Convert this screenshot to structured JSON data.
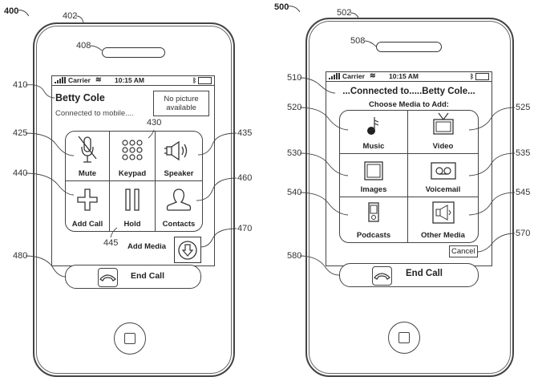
{
  "figure_left": {
    "figure_ref": "400",
    "refs": {
      "phone": "402",
      "speaker": "408",
      "caller_name": "410",
      "mute": "425",
      "keypad": "430",
      "speaker_button": "435",
      "add_call": "440",
      "hold_divider": "445",
      "contacts": "460",
      "add_media": "470",
      "end_call": "480"
    },
    "status_bar": {
      "carrier": "Carrier",
      "time": "10:15 AM"
    },
    "caller_name": "Betty Cole",
    "connection_status": "Connected to mobile....",
    "picture_placeholder": "No picture available",
    "buttons": [
      {
        "label": "Mute",
        "icon": "microphone-muted-icon"
      },
      {
        "label": "Keypad",
        "icon": "keypad-icon"
      },
      {
        "label": "Speaker",
        "icon": "speaker-icon"
      },
      {
        "label": "Add Call",
        "icon": "plus-icon"
      },
      {
        "label": "Hold",
        "icon": "pause-icon"
      },
      {
        "label": "Contacts",
        "icon": "person-icon"
      }
    ],
    "add_media_label": "Add Media",
    "add_media_icon": "arrow-down-circle-icon",
    "end_call_label": "End Call",
    "end_call_icon": "phone-handset-icon"
  },
  "figure_right": {
    "figure_ref": "500",
    "refs": {
      "phone": "502",
      "speaker": "508",
      "connected_header": "510",
      "music": "520",
      "video": "525",
      "images": "530",
      "voicemail": "535",
      "podcasts": "540",
      "other_media": "545",
      "cancel": "570",
      "end_call": "580"
    },
    "status_bar": {
      "carrier": "Carrier",
      "time": "10:15 AM"
    },
    "connected_header": "...Connected to.....Betty Cole...",
    "choose_prompt": "Choose Media to Add:",
    "buttons": [
      {
        "label": "Music",
        "icon": "music-note-icon"
      },
      {
        "label": "Video",
        "icon": "tv-icon"
      },
      {
        "label": "Images",
        "icon": "picture-frame-icon"
      },
      {
        "label": "Voicemail",
        "icon": "voicemail-icon"
      },
      {
        "label": "Podcasts",
        "icon": "media-player-icon"
      },
      {
        "label": "Other Media",
        "icon": "speaker-box-icon"
      }
    ],
    "cancel_label": "Cancel",
    "end_call_label": "End Call",
    "end_call_icon": "phone-handset-icon"
  }
}
